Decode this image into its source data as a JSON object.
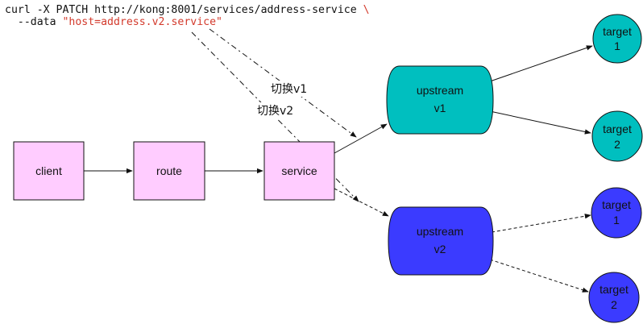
{
  "command": {
    "line1": "curl -X PATCH http://kong:8001/services/address-service ",
    "line1_continuation": "\\",
    "line2_prefix": "  --data ",
    "line2_string": "\"host=address.v2.service\""
  },
  "nodes": {
    "client": "client",
    "route": "route",
    "service": "service",
    "upstream_v1": {
      "line1": "upstream",
      "line2": "v1"
    },
    "upstream_v2": {
      "line1": "upstream",
      "line2": "v2"
    },
    "target_v1_1": {
      "line1": "target",
      "line2": "1"
    },
    "target_v1_2": {
      "line1": "target",
      "line2": "2"
    },
    "target_v2_1": {
      "line1": "target",
      "line2": "1"
    },
    "target_v2_2": {
      "line1": "target",
      "line2": "2"
    }
  },
  "switch_labels": {
    "to_v1": "切换v1",
    "to_v2": "切换v2"
  },
  "colors": {
    "pink_box": "#ffccff",
    "teal": "#00bfbf",
    "blue": "#3b3bff",
    "string_red": "#d33a2c"
  }
}
